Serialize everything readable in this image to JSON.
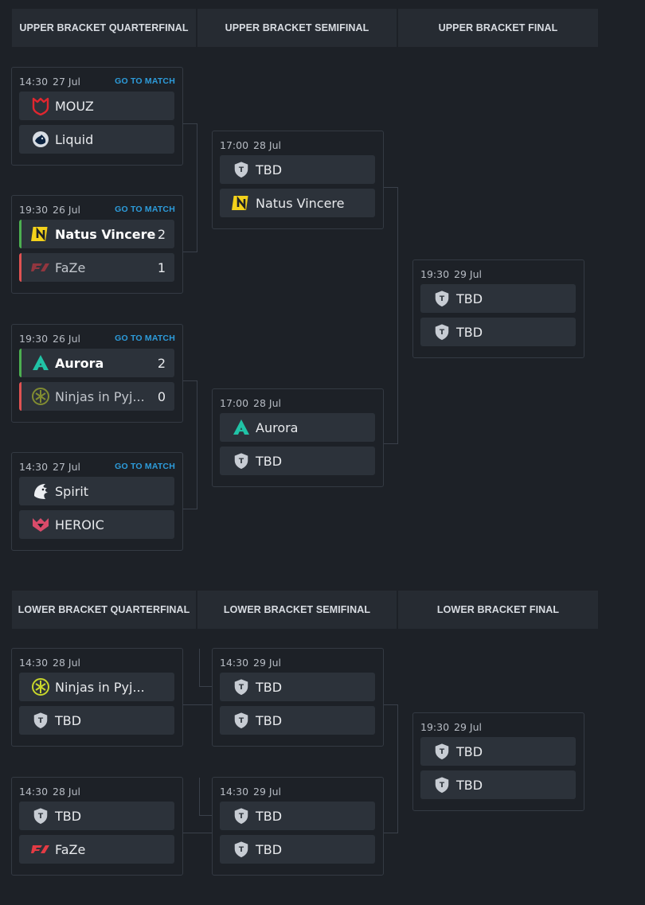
{
  "upper": {
    "headers": [
      "UPPER BRACKET QUARTERFINAL",
      "UPPER BRACKET SEMIFINAL",
      "UPPER BRACKET FINAL"
    ],
    "matches": [
      {
        "time": "14:30",
        "date": "27 Jul",
        "link": "GO TO MATCH",
        "teams": [
          {
            "name": "MOUZ",
            "score": "",
            "logo": "mouz-logo-icon"
          },
          {
            "name": "Liquid",
            "score": "",
            "logo": "liquid-logo-icon"
          }
        ]
      },
      {
        "time": "19:30",
        "date": "26 Jul",
        "link": "GO TO MATCH",
        "teams": [
          {
            "name": "Natus Vincere",
            "score": "2",
            "logo": "navi-logo-icon"
          },
          {
            "name": "FaZe",
            "score": "1",
            "logo": "faze-logo-icon"
          }
        ]
      },
      {
        "time": "19:30",
        "date": "26 Jul",
        "link": "GO TO MATCH",
        "teams": [
          {
            "name": "Aurora",
            "score": "2",
            "logo": "aurora-logo-icon"
          },
          {
            "name": "Ninjas in Pyj...",
            "score": "0",
            "logo": "nip-logo-icon"
          }
        ]
      },
      {
        "time": "14:30",
        "date": "27 Jul",
        "link": "GO TO MATCH",
        "teams": [
          {
            "name": "Spirit",
            "score": "",
            "logo": "spirit-logo-icon"
          },
          {
            "name": "HEROIC",
            "score": "",
            "logo": "heroic-logo-icon"
          }
        ]
      },
      {
        "time": "17:00",
        "date": "28 Jul",
        "link": "",
        "teams": [
          {
            "name": "TBD",
            "score": "",
            "logo": "tbd-shield-icon"
          },
          {
            "name": "Natus Vincere",
            "score": "",
            "logo": "navi-logo-icon"
          }
        ]
      },
      {
        "time": "17:00",
        "date": "28 Jul",
        "link": "",
        "teams": [
          {
            "name": "Aurora",
            "score": "",
            "logo": "aurora-logo-icon"
          },
          {
            "name": "TBD",
            "score": "",
            "logo": "tbd-shield-icon"
          }
        ]
      },
      {
        "time": "19:30",
        "date": "29 Jul",
        "link": "",
        "teams": [
          {
            "name": "TBD",
            "score": "",
            "logo": "tbd-shield-icon"
          },
          {
            "name": "TBD",
            "score": "",
            "logo": "tbd-shield-icon"
          }
        ]
      }
    ]
  },
  "lower": {
    "headers": [
      "LOWER BRACKET QUARTERFINAL",
      "LOWER BRACKET SEMIFINAL",
      "LOWER BRACKET FINAL"
    ],
    "matches": [
      {
        "time": "14:30",
        "date": "28 Jul",
        "link": "",
        "teams": [
          {
            "name": "Ninjas in Pyj...",
            "score": "",
            "logo": "nip-logo-icon"
          },
          {
            "name": "TBD",
            "score": "",
            "logo": "tbd-shield-icon"
          }
        ]
      },
      {
        "time": "14:30",
        "date": "28 Jul",
        "link": "",
        "teams": [
          {
            "name": "TBD",
            "score": "",
            "logo": "tbd-shield-icon"
          },
          {
            "name": "FaZe",
            "score": "",
            "logo": "faze-logo-icon"
          }
        ]
      },
      {
        "time": "14:30",
        "date": "29 Jul",
        "link": "",
        "teams": [
          {
            "name": "TBD",
            "score": "",
            "logo": "tbd-shield-icon"
          },
          {
            "name": "TBD",
            "score": "",
            "logo": "tbd-shield-icon"
          }
        ]
      },
      {
        "time": "14:30",
        "date": "29 Jul",
        "link": "",
        "teams": [
          {
            "name": "TBD",
            "score": "",
            "logo": "tbd-shield-icon"
          },
          {
            "name": "TBD",
            "score": "",
            "logo": "tbd-shield-icon"
          }
        ]
      },
      {
        "time": "19:30",
        "date": "29 Jul",
        "link": "",
        "teams": [
          {
            "name": "TBD",
            "score": "",
            "logo": "tbd-shield-icon"
          },
          {
            "name": "TBD",
            "score": "",
            "logo": "tbd-shield-icon"
          }
        ]
      }
    ]
  },
  "colors": {
    "background": "#1d2127",
    "header": "#262b32",
    "team_row": "#2c323a",
    "win": "#4caf50",
    "lose": "#e05252",
    "link": "#2d9cdb"
  }
}
